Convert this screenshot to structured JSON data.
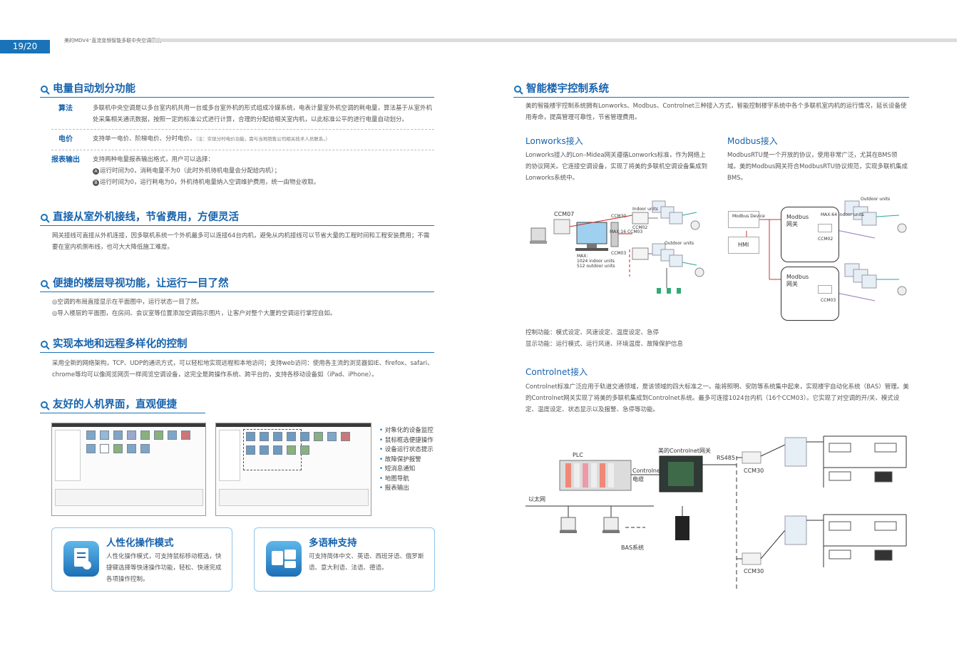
{
  "header": {
    "page_number": "19/20",
    "doc_title": "美的MDV4⁺直流变频智能多联中央空调系统"
  },
  "left": {
    "s1": {
      "title": "电量自动划分功能",
      "rows": [
        {
          "label": "算法",
          "text": "多联机中央空调是以多台室内机共用一台或多台室外机的形式组成冷媒系统，电表计量室外机空调的耗电量，算法基于从室外机处采集相关通讯数据，按照一定的标准公式进行计算，合理的分配给相关室内机，以此标准公平的进行电量自动划分。"
        },
        {
          "label": "电价",
          "text": "支持单一电价、阶梯电价、分时电价。",
          "note": "（注：实现分时电价功能，需与当地销售公司相关技术人员联系。）"
        },
        {
          "label": "报表输出",
          "text": "支持两种电量报表输出格式，用户可以选择：",
          "a": "运行时间为0，消耗电量不为0（此时外机待机电量会分配给内机）；",
          "b": "运行时间为0，运行耗电为0，外机待机电量纳入空调维护费用，统一由物业收取。"
        }
      ]
    },
    "s2": {
      "title": "直接从室外机接线，节省费用，方便灵活",
      "text": "网关接线可直接从外机连接，因多联机系统一个外机最多可以连接64台内机，避免从内机接线可以节省大量的工程时间和工程安装费用；不需要在室内机侧布线，也可大大降低施工难度。"
    },
    "s3": {
      "title": "便捷的楼层导视功能，让运行一目了然",
      "l1": "◎空调的布局直接显示在平面图中，运行状态一目了然。",
      "l2": "◎导入楼层的平面图，在房间、会议室等位置添加空调指示图片，让客户对整个大厦的空调运行掌控自如。"
    },
    "s4": {
      "title": "实现本地和远程多样化的控制",
      "text": "采用全新的网络架构，TCP、UDP的通讯方式，可以轻松地实现远程和本地访问；支持web访问：使用各主流的浏览器如IE、firefox、safari、chrome等均可以像阅览网页一样阅览空调设备，这完全是跨操作系统、跨平台的，支持各移动设备如（iPad、iPhone）。"
    },
    "s5": {
      "title": "友好的人机界面，直观便捷",
      "features": [
        "对象化的设备监控",
        "鼠标框选便捷操作",
        "设备运行状态提示",
        "故障保护报警",
        "短消息通知",
        "地图导航",
        "报表输出"
      ]
    },
    "card1": {
      "title": "人性化操作模式",
      "text": "人性化操作模式，可支持鼠标移动框选，快捷键选择等快速操作功能，轻松、快速完成各项操作控制。"
    },
    "card2": {
      "title": "多语种支持",
      "text": "可支持简体中文、英语、西班牙语、俄罗斯语、意大利语、法语、德语。"
    }
  },
  "right": {
    "title": "智能楼宇控制系统",
    "intro": "美的智能楼宇控制系统拥有Lonworks、Modbus、Controlnet三种接入方式，智能控制楼宇系统中各个多联机室内机的运行情况，延长设备使用寿命，提高管理可靠性，节省管理费用。",
    "lon": {
      "title": "Lonworks接入",
      "text": "Lonworks接入的Lon–Midea网关遵循Lonworks标准，作为网络上的协议网关。它连接空调设备，实现了将美的多联机空调设备集成到Lonworks系统中。",
      "d": {
        "ccm07": "CCM07",
        "max1": "MAX:",
        "max2": "1024 indoor units",
        "max3": "512 outdoor units",
        "l1": "CCM30",
        "l2": "CCM03",
        "l3": "CCM02",
        "l4": "Outdoor units",
        "l5": "Indoor units",
        "l6": "MAX:16 CCM03"
      }
    },
    "mod": {
      "title": "Modbus接入",
      "text": "ModbusRTU是一个开放的协议，使用非常广泛，尤其在BMS领域。美的Modbus网关符合ModbusRTU协议规范，实现多联机集成BMS。",
      "d": {
        "dev": "Modbus Device",
        "hmi": "HMI",
        "gw": "Modbus 网关",
        "c1": "CCM03",
        "c2": "CCM02",
        "out": "Outdoor units",
        "in": "MAX:64 indoor units"
      }
    },
    "ctrl1": "控制功能：模式设定、风速设定、温度设定、急停",
    "ctrl2": "显示功能：运行模式、运行风速、环境温度、故障保护信息",
    "cn": {
      "title": "Controlnet接入",
      "text": "Controlnet标准广泛应用于轨道交通领域，是该领域的四大标准之一。能将照明、安防等系统集中起来，实现楼宇自动化系统（BAS）管理。美的Controlnet网关实现了将美的多联机集成到Controlnet系统。最多可连接1024台内机（16个CCM03）。它实现了对空调的开/关、模式设定、温度设定、状态显示以及报警、急停等功能。",
      "d": {
        "plc": "PLC",
        "gw": "美的Controlnet网关",
        "rs": "RS485",
        "cable1": "Controlnet",
        "cable2": "电缆",
        "eth": "以太网",
        "bas": "BAS系统",
        "ccm1": "CCM30",
        "ccm2": "CCM30"
      }
    }
  },
  "colors": {
    "accent": "#1763ad",
    "rule": "#1a73b8"
  }
}
